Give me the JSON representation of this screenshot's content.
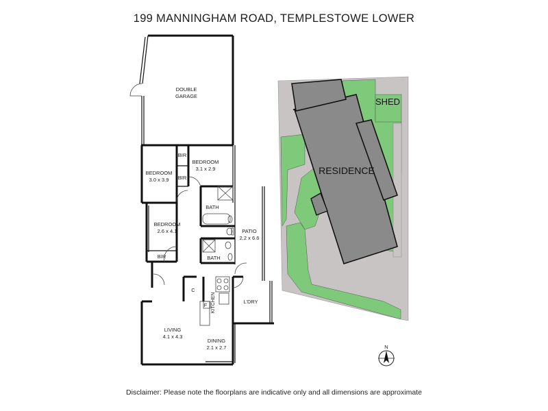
{
  "title": "199 MANNINGHAM ROAD, TEMPLESTOWE LOWER",
  "disclaimer": "Disclaimer: Please note the floorplans are indicative only and all dimensions are approximate",
  "rooms": {
    "garage": {
      "line1": "DOUBLE",
      "line2": "GARAGE"
    },
    "bedroom_left": {
      "name": "BEDROOM",
      "size": "3.0 x 3.9"
    },
    "bedroom_right": {
      "name": "BEDROOM",
      "size": "3.1 x 2.9"
    },
    "bir_top": "BIR",
    "bir_mid": "BIR",
    "bedroom_lower": {
      "name": "BEDROOM",
      "size": "2.6 x 4.1"
    },
    "bir_lower": "BIR",
    "bath_top": "BATH",
    "bath_bottom": "BATH",
    "patio": {
      "name": "PATIO",
      "size": "2.2 x 6.6"
    },
    "pantry": "C",
    "fridge": "F",
    "kitchen": "KITCHEN",
    "laundry": "L'DRY",
    "living": {
      "name": "LIVING",
      "size": "4.1 x 4.3"
    },
    "dining": {
      "name": "DINING",
      "size": "2.1 x 2.7"
    }
  },
  "site": {
    "residence": "RESIDENCE",
    "shed": "SHED",
    "north": "N"
  },
  "colors": {
    "garden": "#7fc97a",
    "paving": "#c9c4c4",
    "building": "#8a8a8a",
    "outline": "#111111"
  }
}
